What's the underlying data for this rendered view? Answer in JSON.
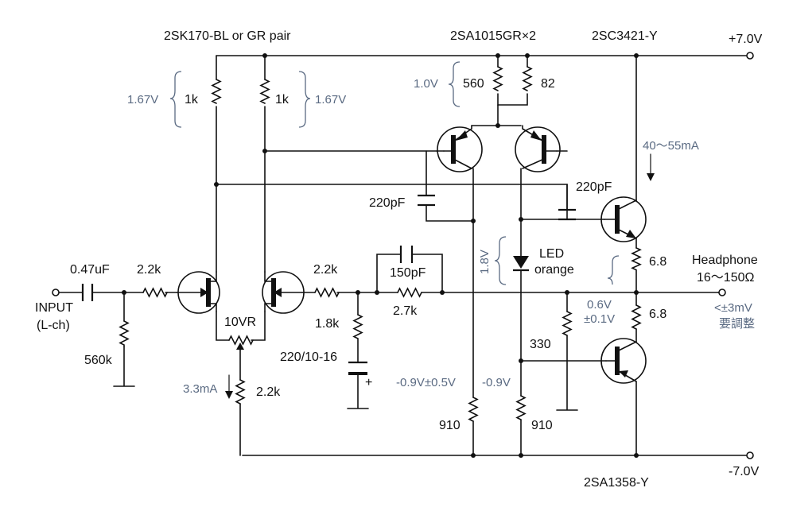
{
  "colors": {
    "ink": "#111111",
    "annotation": "#5a6a82",
    "background": "#ffffff"
  },
  "labels": {
    "jfet_pair": "2SK170-BL or GR pair",
    "pnp_pair": "2SA1015GR×2",
    "npn_out": "2SC3421-Y",
    "pnp_out": "2SA1358-Y",
    "v_plus": "+7.0V",
    "v_minus": "-7.0V",
    "r_drain_left": "1k",
    "r_drain_right": "1k",
    "r_emitter_560": "560",
    "r_emitter_82": "82",
    "cap_220pf_left": "220pF",
    "cap_220pf_right": "220pF",
    "led_line1": "LED",
    "led_line2": "orange",
    "r_out_top": "6.8",
    "r_out_bottom": "6.8",
    "headphone_line1": "Headphone",
    "headphone_line2": "16～150Ω",
    "cap_input": "0.47uF",
    "r_input_series": "2.2k",
    "input_line1": "INPUT",
    "input_line2": "(L-ch)",
    "r_input_bias": "560k",
    "vr": "10VR",
    "r_tail": "2.2k",
    "r_feedback_series": "2.2k",
    "cap_150pf": "150pF",
    "r_feedback": "2.7k",
    "r_shunt": "1.8k",
    "cap_electrolytic": "220/10-16",
    "plus_sign": "+",
    "r_bias_330": "330",
    "r_910_left": "910",
    "r_910_right": "910"
  },
  "annotations": {
    "v_drain_left": "1.67V",
    "v_drain_right": "1.67V",
    "v_emitter": "1.0V",
    "i_output": "40～55mA",
    "v_led": "1.8V",
    "v_bias_out": "0.6V",
    "v_bias_tol": "±0.1V",
    "offset_line1": "<±3mV",
    "offset_line2": "要調整",
    "i_tail": "3.3mA",
    "v_collector_left": "-0.9V±0.5V",
    "v_collector_right": "-0.9V"
  },
  "icons": {
    "jfet": "n-channel-jfet-symbol",
    "pnp": "pnp-transistor-symbol",
    "npn": "npn-transistor-symbol",
    "led": "led-diode-symbol",
    "resistor": "resistor-zigzag-symbol",
    "capacitor": "capacitor-symbol",
    "terminal": "open-terminal-symbol"
  }
}
